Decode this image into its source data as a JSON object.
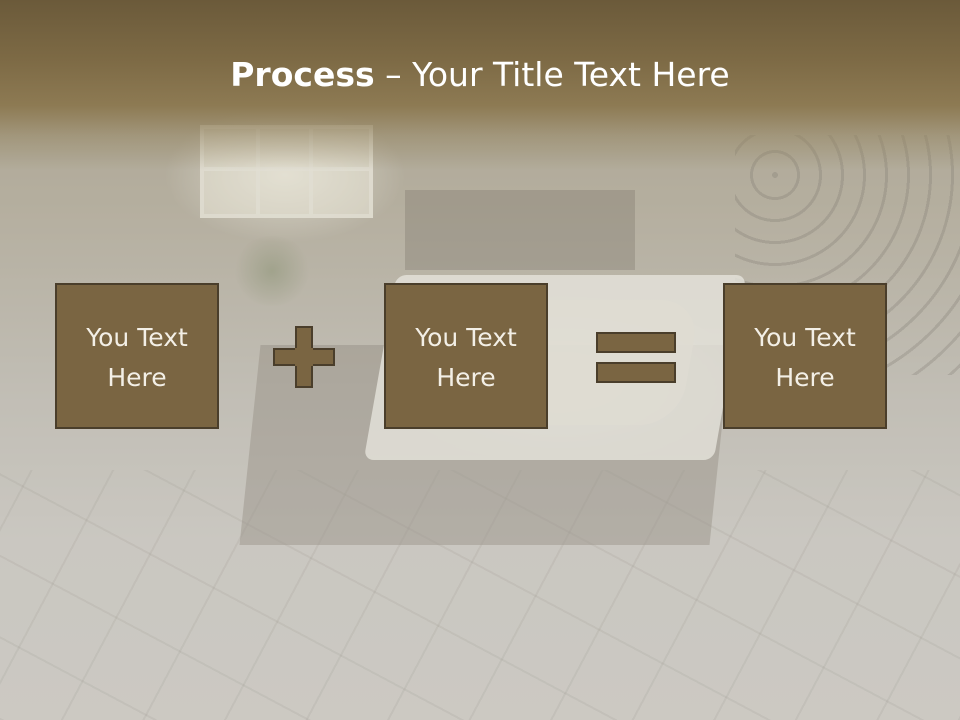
{
  "slide": {
    "title_strong": "Process",
    "title_rest": " – Your Title Text Here"
  },
  "boxes": [
    {
      "label": "You Text\nHere"
    },
    {
      "label": "You Text\nHere"
    },
    {
      "label": "You Text\nHere"
    }
  ],
  "icons": {
    "operator_1": "plus-icon",
    "operator_2": "equals-icon"
  },
  "colors": {
    "accent_box_fill": "#7a6542",
    "accent_box_border": "#4a3e2b",
    "title_band": "#6b5a3a",
    "text_light": "#ffffff"
  }
}
